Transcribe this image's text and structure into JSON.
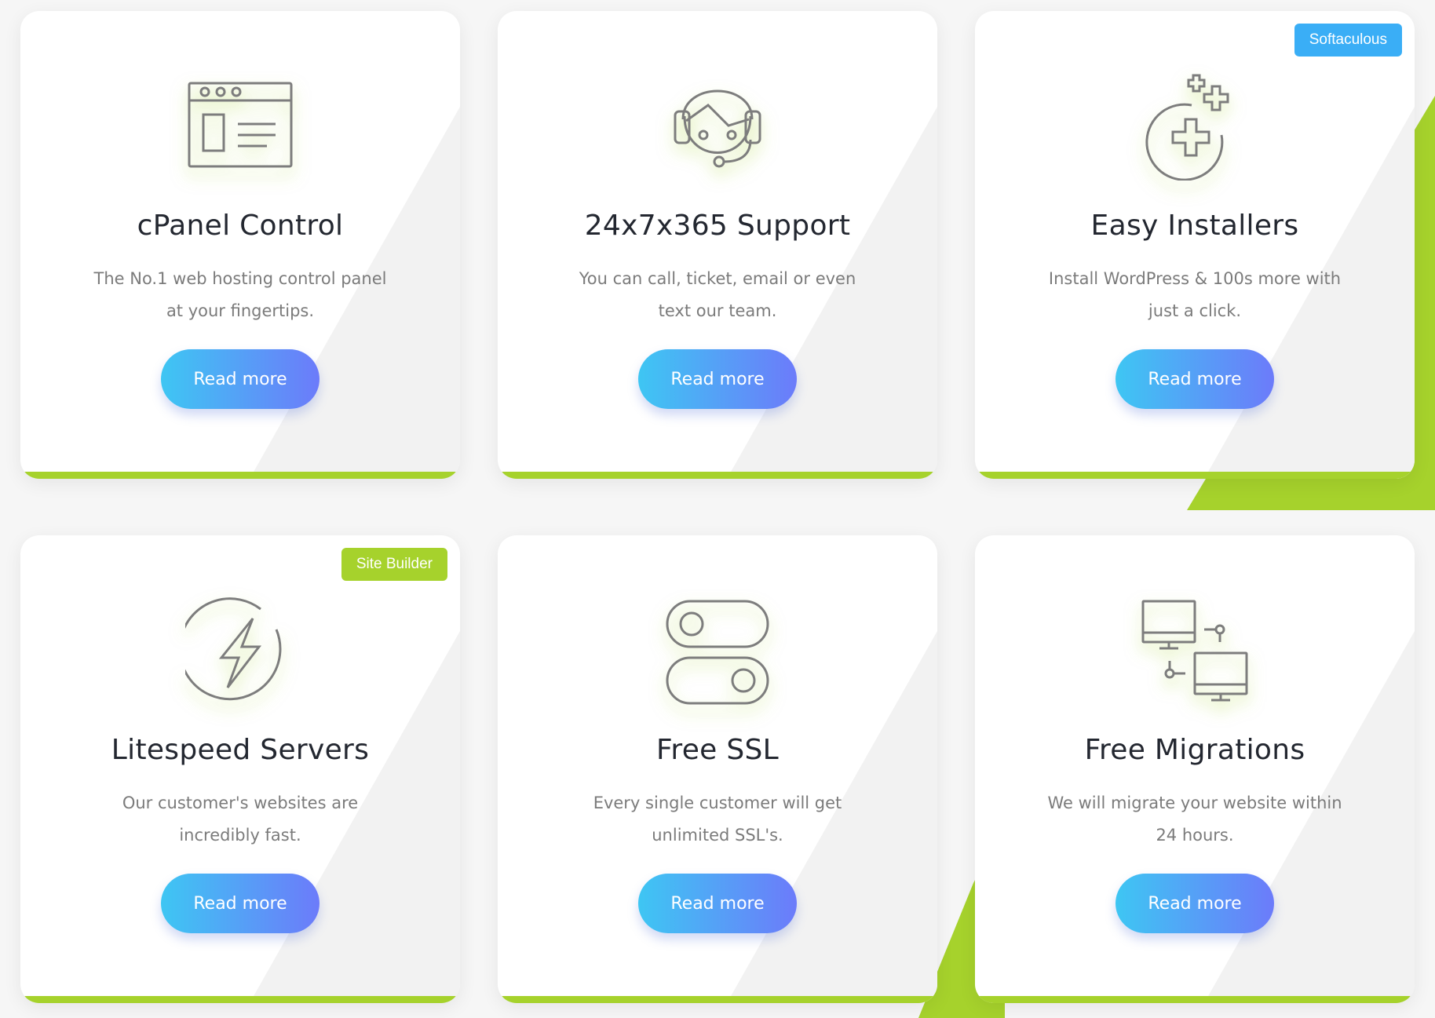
{
  "colors": {
    "accent_green": "#a6d22c",
    "button_gradient_start": "#3ec6f3",
    "button_gradient_end": "#6c7bfa",
    "badge_blue": "#3aaef6",
    "badge_green": "#a6d22c"
  },
  "cards": [
    {
      "title": "cPanel Control",
      "description": "The No.1 web hosting control panel at your fingertips.",
      "button_label": "Read more",
      "icon": "browser-window-icon",
      "badge": ""
    },
    {
      "title": "24x7x365 Support",
      "description": "You can call, ticket, email or even text our team.",
      "button_label": "Read more",
      "icon": "support-headset-icon",
      "badge": ""
    },
    {
      "title": "Easy Installers",
      "description": "Install WordPress & 100s more with just a click.",
      "button_label": "Read more",
      "icon": "plus-installers-icon",
      "badge": "Softaculous"
    },
    {
      "title": "Litespeed Servers",
      "description": "Our customer's websites are incredibly fast.",
      "button_label": "Read more",
      "icon": "lightning-bolt-icon",
      "badge": "Site Builder"
    },
    {
      "title": "Free SSL",
      "description": "Every single customer will get unlimited SSL's.",
      "button_label": "Read more",
      "icon": "toggle-switches-icon",
      "badge": ""
    },
    {
      "title": "Free Migrations",
      "description": "We will migrate your website within 24 hours.",
      "button_label": "Read more",
      "icon": "computer-network-icon",
      "badge": ""
    }
  ]
}
